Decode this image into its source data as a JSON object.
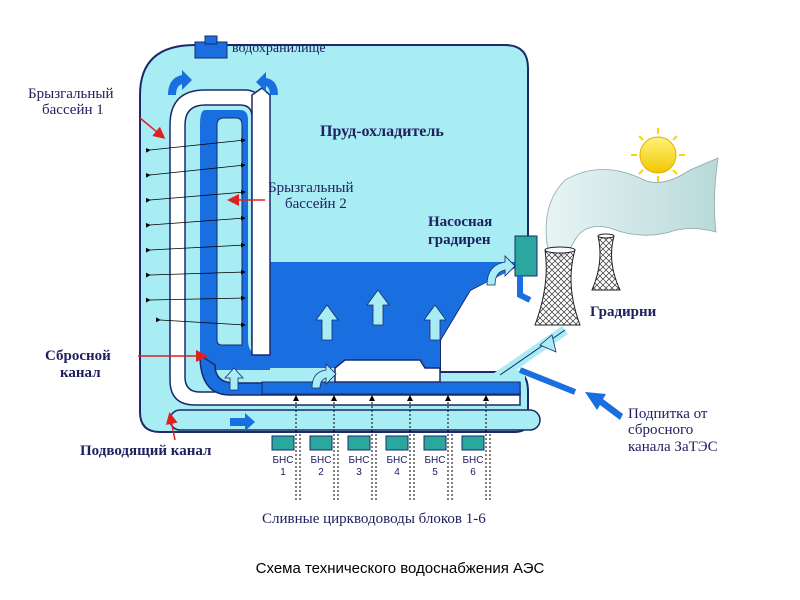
{
  "labels": {
    "reservoir": "водохранилище",
    "spray_pool_1_line1": "Брызгальный",
    "spray_pool_1_line2": "бассейн 1",
    "spray_pool_2_line1": "Брызгальный",
    "spray_pool_2_line2": "бассейн 2",
    "cooling_pond": "Пруд-охладитель",
    "pump_tower_line1": "Насосная",
    "pump_tower_line2": "градирен",
    "cooling_towers": "Градирни",
    "discharge_line1": "Сбросной",
    "discharge_line2": "канал",
    "supply_channel": "Подводящий канал",
    "makeup_line1": "Подпитка от",
    "makeup_line2": "сбросного",
    "makeup_line3": "канала ЗаТЭС",
    "drain_pipes": "Сливные цирквод­оводы блоков 1-6"
  },
  "pump_stations": [
    {
      "name": "БНС",
      "num": "1"
    },
    {
      "name": "БНС",
      "num": "2"
    },
    {
      "name": "БНС",
      "num": "3"
    },
    {
      "name": "БНС",
      "num": "4"
    },
    {
      "name": "БНС",
      "num": "5"
    },
    {
      "name": "БНС",
      "num": "6"
    }
  ],
  "caption": "Схема технического водоснабжения АЭС",
  "colors": {
    "light_water": "#a8ecf4",
    "dark_water": "#1a6fe0",
    "outline": "#1a2a6a",
    "label_arrow": "#e02020",
    "sun": "#f5d800"
  }
}
